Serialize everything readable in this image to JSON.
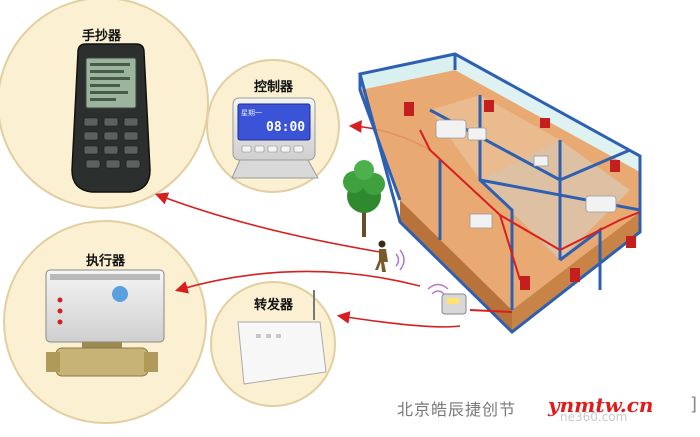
{
  "labels": {
    "handheld": "手抄器",
    "controller": "控制器",
    "actuator": "执行器",
    "repeater": "转发器"
  },
  "controller_screen": {
    "line1": "星期一",
    "time": "08:00"
  },
  "footer": {
    "company": "北京皓辰捷创节",
    "brand": "ynmtw.cn",
    "watermark": "ne360.com",
    "bracket": "]"
  },
  "colors": {
    "circle_fill": "#fbf0d2",
    "circle_stroke": "#e2cfa0",
    "arrow": "#d71f1f",
    "wall": "#2d5fb3",
    "floor": "#d98a4a"
  }
}
